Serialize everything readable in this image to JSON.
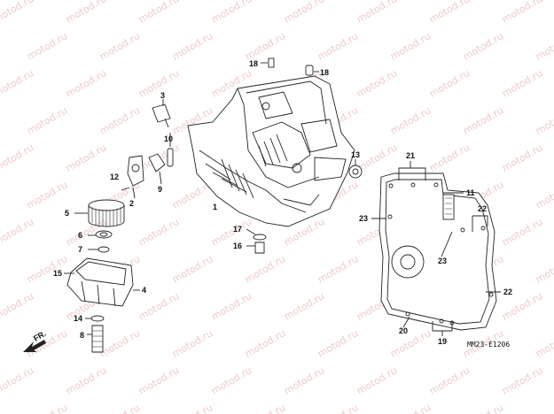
{
  "watermark": "motod.ru",
  "drawing_code": "MM23-E1206",
  "direction_label": "FR.",
  "callouts": {
    "c1": "1",
    "c2": "2",
    "c3": "3",
    "c4": "4",
    "c5": "5",
    "c6": "6",
    "c7": "7",
    "c8": "8",
    "c9": "9",
    "c10": "10",
    "c11": "11",
    "c12": "12",
    "c13": "13",
    "c14": "14",
    "c15": "15",
    "c16": "16",
    "c17": "17",
    "c18a": "18",
    "c18b": "18",
    "c19": "19",
    "c20": "20",
    "c21": "21",
    "c22a": "22",
    "c22b": "22",
    "c23a": "23",
    "c23b": "23"
  }
}
